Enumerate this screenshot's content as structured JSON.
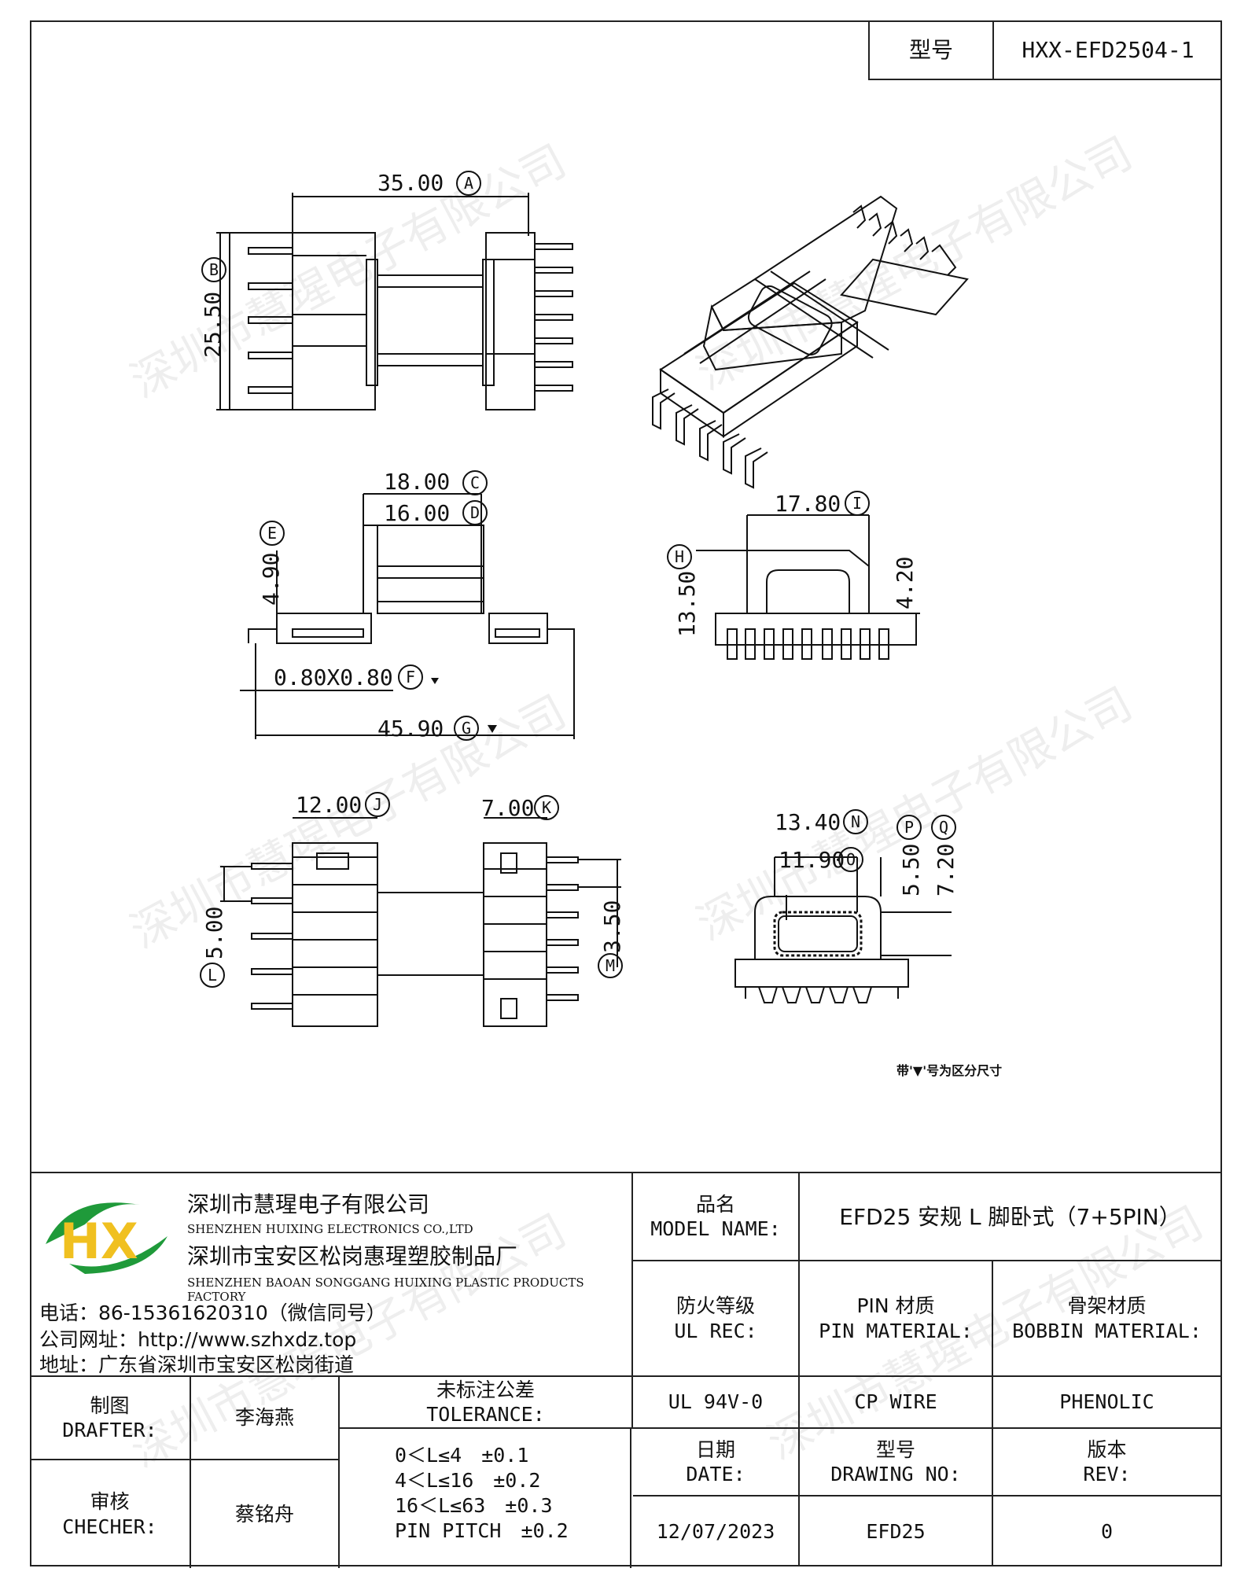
{
  "header": {
    "model_label": "型号",
    "model_value": "HXX-EFD2504-1"
  },
  "dimensions": {
    "A": "35.00",
    "B": "25.50",
    "C": "18.00",
    "D": "16.00",
    "E": "4.90",
    "F": "0.80X0.80",
    "G": "45.90",
    "H": "13.50",
    "I": "17.80",
    "I2": "4.20",
    "J": "12.00",
    "K": "7.00",
    "L": "5.00",
    "M": "3.50",
    "N": "13.40",
    "O": "11.90",
    "P": "5.50",
    "Q": "7.20"
  },
  "dim_letters": [
    "A",
    "B",
    "C",
    "D",
    "E",
    "F",
    "G",
    "H",
    "I",
    "J",
    "K",
    "L",
    "M",
    "N",
    "O",
    "P",
    "Q"
  ],
  "note": "带'▼'号为区分尺寸",
  "watermark": "深圳市慧瑆电子有限公司",
  "company": {
    "name_cn": "深圳市慧瑆电子有限公司",
    "name_en": "SHENZHEN HUIXING ELECTRONICS CO.,LTD",
    "factory_cn": "深圳市宝安区松岗惠瑆塑胶制品厂",
    "factory_en": "SHENZHEN BAOAN SONGGANG HUIXING PLASTIC PRODUCTS FACTORY",
    "phone": "电话：86-15361620310（微信同号）",
    "website": "公司网址：http://www.szhxdz.top",
    "address": "地址：广东省深圳市宝安区松岗街道",
    "logo_text": "HX"
  },
  "title_block": {
    "model_name_cn": "品名",
    "model_name_en": "MODEL NAME:",
    "model_name_value": "EFD25 安规 L 脚卧式（7+5PIN）",
    "ul_cn": "防火等级",
    "ul_en": "UL REC:",
    "pin_cn": "PIN 材质",
    "pin_en": "PIN MATERIAL:",
    "bobbin_cn": "骨架材质",
    "bobbin_en": "BOBBIN MATERIAL:",
    "ul_value": "UL 94V-0",
    "pin_value": "CP WIRE",
    "bobbin_value": "PHENOLIC",
    "drafter_cn": "制图",
    "drafter_en": "DRAFTER:",
    "drafter_value": "李海燕",
    "checker_cn": "审核",
    "checker_en": "CHECHER:",
    "checker_value": "蔡铭舟",
    "tolerance_cn": "未标注公差",
    "tolerance_en": "TOLERANCE:",
    "tolerance_lines": [
      "0＜L≤4　±0.1",
      "4＜L≤16　±0.2",
      "16＜L≤63　±0.3",
      "PIN PITCH　±0.2"
    ],
    "date_cn": "日期",
    "date_en": "DATE:",
    "date_value": "12/07/2023",
    "drawing_cn": "型号",
    "drawing_en": "DRAWING NO:",
    "drawing_value": "EFD25",
    "rev_cn": "版本",
    "rev_en": "REV:",
    "rev_value": "0"
  }
}
